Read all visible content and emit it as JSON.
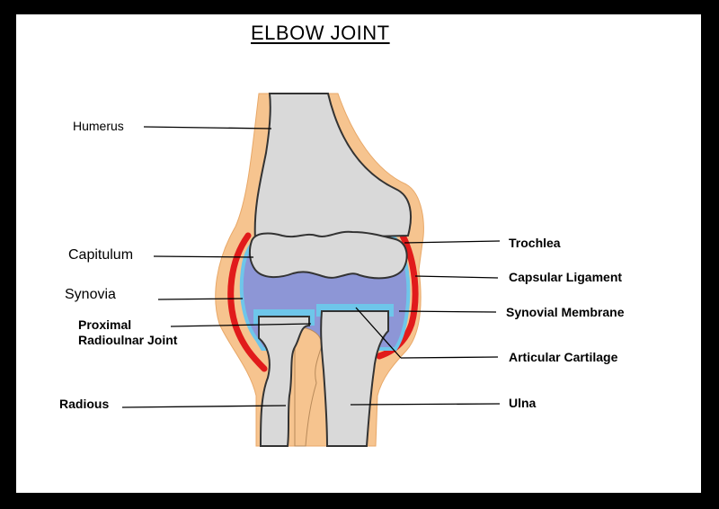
{
  "title": "ELBOW JOINT",
  "labels": {
    "humerus": "Humerus",
    "capitulum": "Capitulum",
    "synovia": "Synovia",
    "proximal_line1": "Proximal",
    "proximal_line2": "Radioulnar Joint",
    "radious": "Radious",
    "trochlea": "Trochlea",
    "capsular_ligament": "Capsular Ligament",
    "synovial_membrane": "Synovial Membrane",
    "articular_cartilage": "Articular Cartilage",
    "ulna": "Ulna"
  },
  "colors": {
    "border": "#000000",
    "soft_tissue": "#f6c48f",
    "bone": "#d9d9d9",
    "capsule": "#e11b1b",
    "membrane": "#6ec6ea",
    "synovial_fluid": "#8d96d6"
  }
}
